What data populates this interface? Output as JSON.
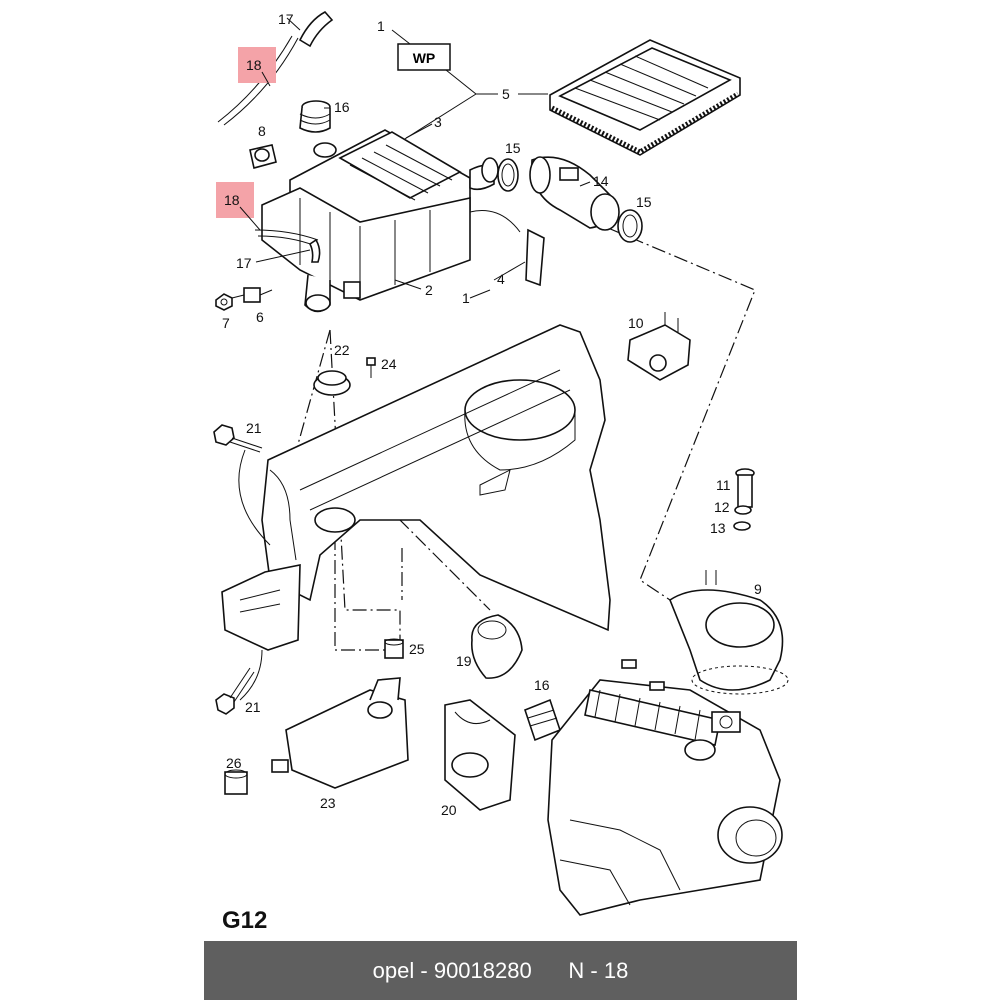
{
  "diagram": {
    "section_code": "G12",
    "wp_label": "WP",
    "callouts": {
      "c1_top": "1",
      "c1_bottom": "1",
      "c2": "2",
      "c3": "3",
      "c4": "4",
      "c5": "5",
      "c6": "6",
      "c7": "7",
      "c8": "8",
      "c9": "9",
      "c10": "10",
      "c11": "11",
      "c12": "12",
      "c13": "13",
      "c14": "14",
      "c15_left": "15",
      "c15_right": "15",
      "c16_top": "16",
      "c16_bottom": "16",
      "c17_top": "17",
      "c17_mid": "17",
      "c18_top": "18",
      "c18_mid": "18",
      "c19": "19",
      "c20": "20",
      "c21_top": "21",
      "c21_bottom": "21",
      "c22": "22",
      "c23": "23",
      "c24": "24",
      "c25": "25",
      "c26": "26"
    },
    "highlighted_part": "18",
    "highlight_color": "#f4a3a8"
  },
  "footer": {
    "brand": "opel",
    "separator": " - ",
    "part_number": "90018280",
    "position_label": "N - 18",
    "background_color": "#5f5f5f"
  }
}
